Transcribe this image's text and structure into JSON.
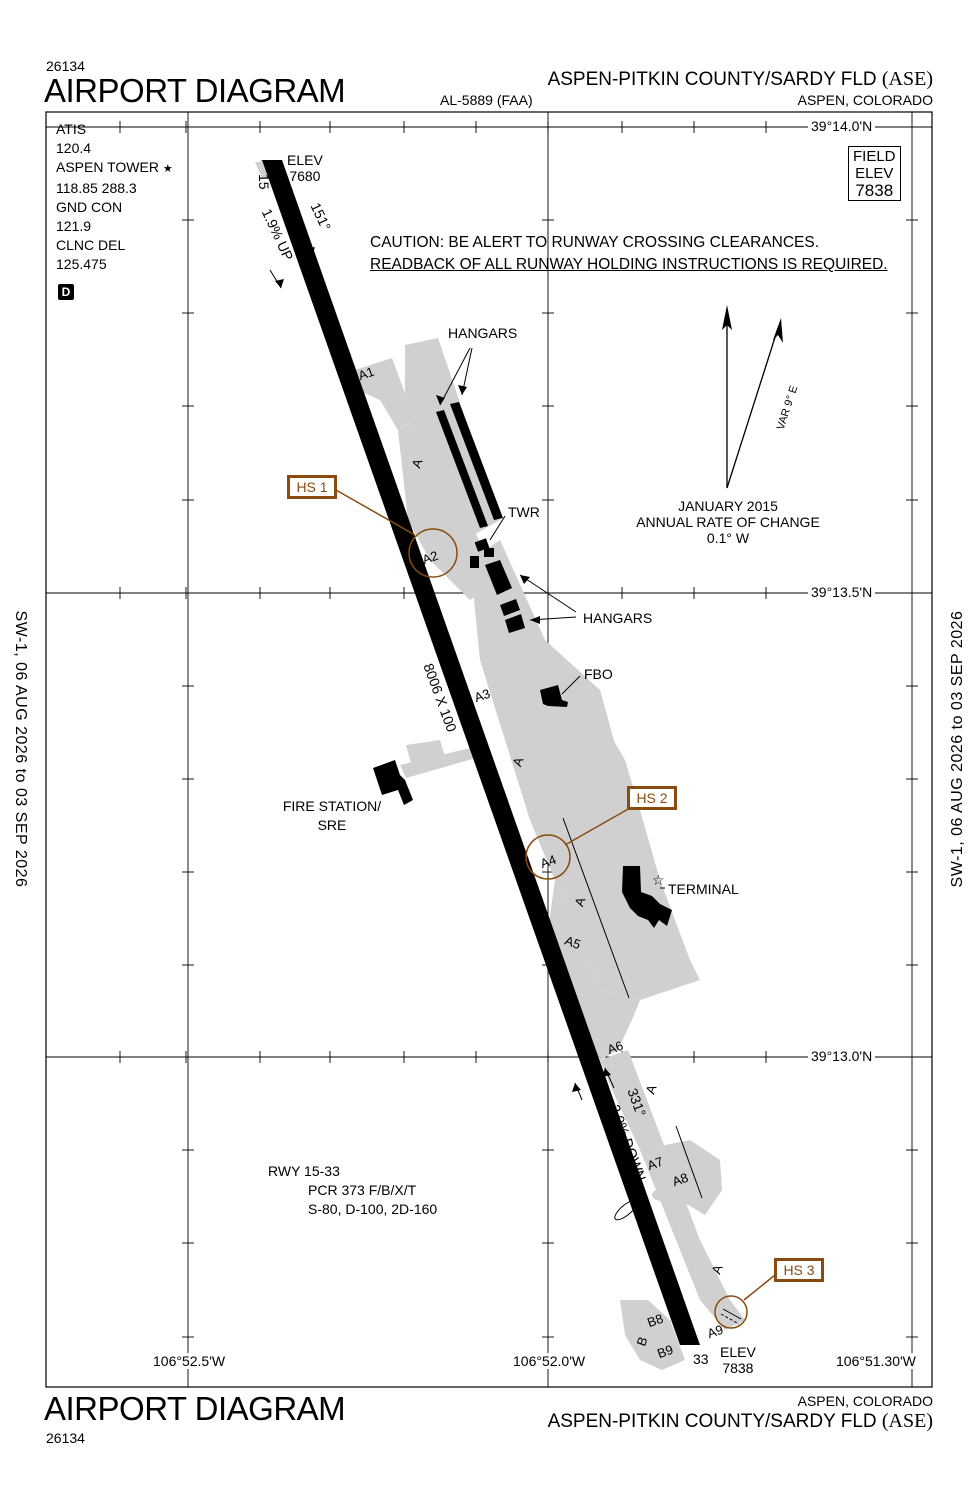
{
  "header": {
    "chart_id": "26134",
    "title": "AIRPORT DIAGRAM",
    "al_number": "AL-5889 (FAA)",
    "airport_name": "ASPEN-PITKIN COUNTY/SARDY FLD",
    "airport_code": "(ASE)",
    "city": "ASPEN, COLORADO"
  },
  "footer": {
    "chart_id": "26134",
    "title": "AIRPORT DIAGRAM",
    "airport_name": "ASPEN-PITKIN COUNTY/SARDY FLD",
    "airport_code": "(ASE)",
    "city": "ASPEN, COLORADO"
  },
  "side_notes": {
    "left": "SW-1,  06 AUG 2026  to  03 SEP 2026",
    "right": "SW-1,  06 AUG 2026  to  03 SEP 2026"
  },
  "frequencies": [
    "ATIS",
    "120.4",
    "ASPEN TOWER",
    "118.85  288.3",
    "GND CON",
    "121.9",
    "CLNC DEL",
    "125.475"
  ],
  "tower_star": "★",
  "d_badge": "D",
  "field_elev": {
    "line1": "FIELD",
    "line2": "ELEV",
    "value": "7838"
  },
  "caution": {
    "line1": "CAUTION: BE ALERT TO RUNWAY CROSSING CLEARANCES.",
    "line2": "READBACK OF ALL RUNWAY HOLDING INSTRUCTIONS IS REQUIRED."
  },
  "magvar": {
    "var_label": "VAR 9° E",
    "date": "JANUARY 2015",
    "rate_title": "ANNUAL RATE OF CHANGE",
    "rate_value": "0.1° W"
  },
  "coordinates": {
    "lat_top": "39°14.0'N",
    "lat_mid": "39°13.5'N",
    "lat_bot": "39°13.0'N",
    "lon_left": "106°52.5'W",
    "lon_mid": "106°52.0'W",
    "lon_right": "106°51.30'W"
  },
  "runway": {
    "end_north": "15",
    "end_south": "33",
    "elev_north_label": "ELEV",
    "elev_north_value": "7680",
    "elev_south_label": "ELEV",
    "elev_south_value": "7838",
    "hdg_north": "151°",
    "hdg_south": "331°",
    "grad_north": "1.9% UP",
    "grad_south": "2.0% DOWN",
    "dimensions": "8006 X 100"
  },
  "runway_info": {
    "line1": "RWY 15-33",
    "line2": "PCR 373 F/B/X/T",
    "line3": "S-80, D-100, 2D-160"
  },
  "taxiways": [
    "A1",
    "A2",
    "A3",
    "A4",
    "A5",
    "A6",
    "A7",
    "A8",
    "A9",
    "B8",
    "B9",
    "A",
    "B"
  ],
  "labels": {
    "hangars_top": "HANGARS",
    "hangars_mid": "HANGARS",
    "twr": "TWR",
    "fbo": "FBO",
    "terminal": "TERMINAL",
    "fire_station_1": "FIRE STATION/",
    "fire_station_2": "SRE",
    "terminal_star": "☆"
  },
  "hot_spots": [
    "HS 1",
    "HS 2",
    "HS 3"
  ],
  "colors": {
    "hot_spot": "#8a4b11",
    "taxiway_fill": "#d0d0d0",
    "runway": "#000000"
  }
}
